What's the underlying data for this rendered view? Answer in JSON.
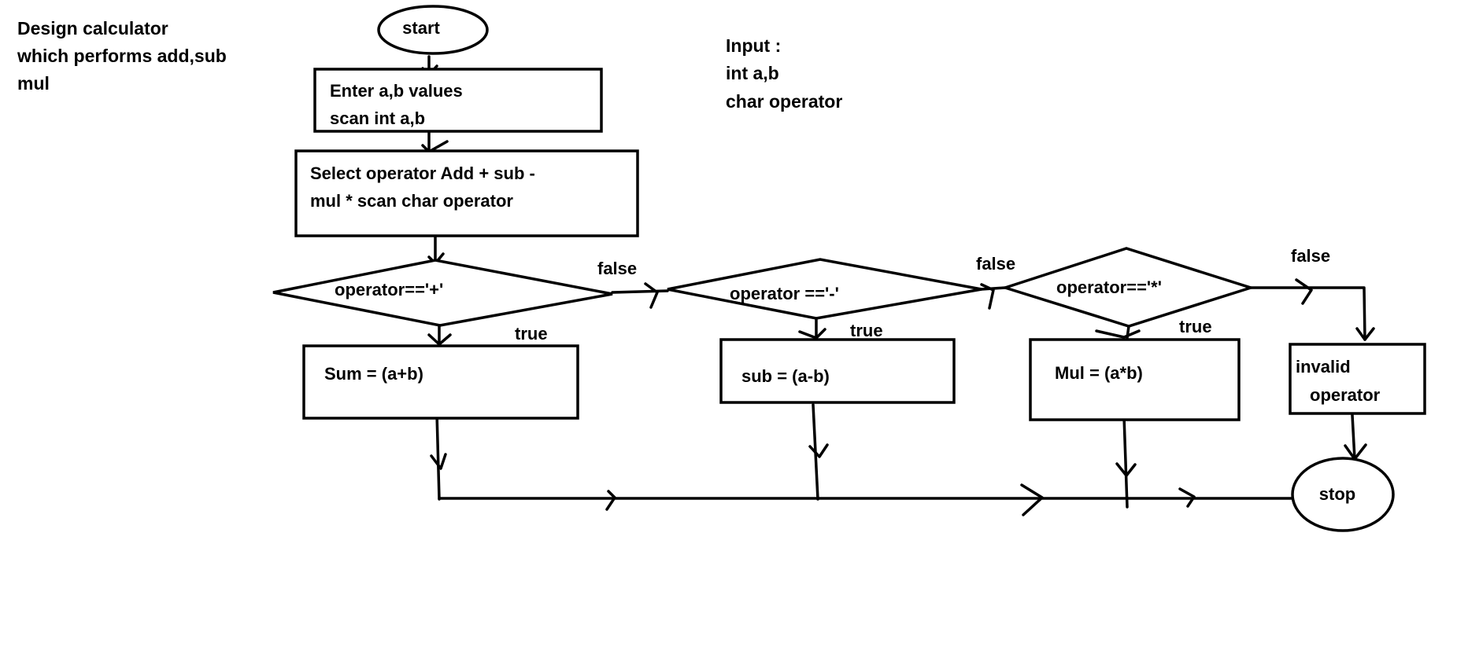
{
  "title_note": [
    "Design calculator",
    "which performs add,sub",
    "mul"
  ],
  "input_note": [
    "Input :",
    "int a,b",
    "char operator"
  ],
  "nodes": {
    "start": "start",
    "enter_values": [
      "Enter a,b values",
      "scan int a,b"
    ],
    "select_operator": [
      "Select operator Add + sub -",
      "mul *  scan char operator"
    ],
    "decision_add": "operator=='+'",
    "decision_sub": "operator =='-'",
    "decision_mul": "operator=='*'",
    "sum": "Sum = (a+b)",
    "sub": "sub = (a-b)",
    "mul": "Mul = (a*b)",
    "invalid": [
      "invalid",
      "operator"
    ],
    "stop": "stop"
  },
  "edge_labels": {
    "true": "true",
    "false": "false"
  }
}
